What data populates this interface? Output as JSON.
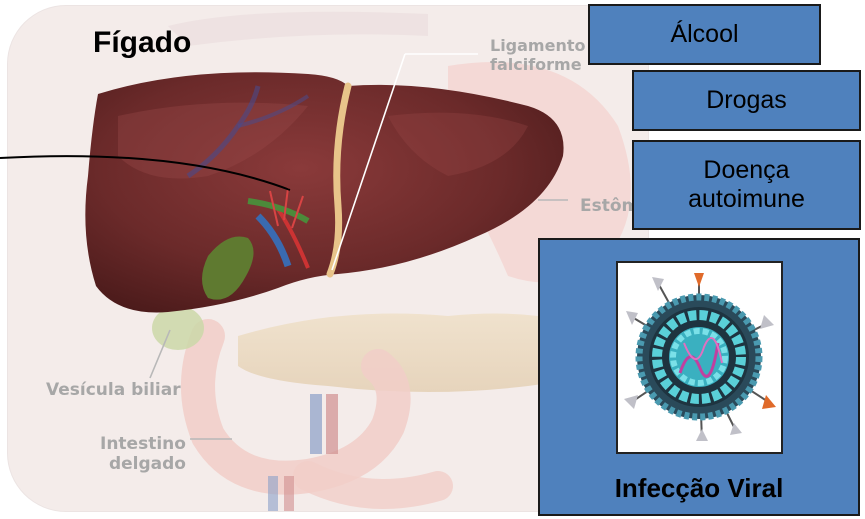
{
  "anatomy": {
    "title": "Fígado",
    "labels": {
      "ligament": [
        "Ligamento",
        "falciforme"
      ],
      "stomach": "Estômago",
      "gallbladder": "Vesícula biliar",
      "intestine": [
        "Intestino",
        "delgado"
      ]
    }
  },
  "causes": {
    "alcohol": "Álcool",
    "drugs": "Drogas",
    "autoimmune": [
      "Doença",
      "autoimune"
    ],
    "viral": "Infecção Viral"
  },
  "illustrations": {
    "anatomy_image": "liver-anatomy-illustration",
    "virus_image": "hepatitis-virus-illustration"
  },
  "colors": {
    "box_fill": "#4f81bd",
    "box_border": "#1a1a1a",
    "liver": "#6b2a2a",
    "label_gray": "#a7a7a7"
  }
}
